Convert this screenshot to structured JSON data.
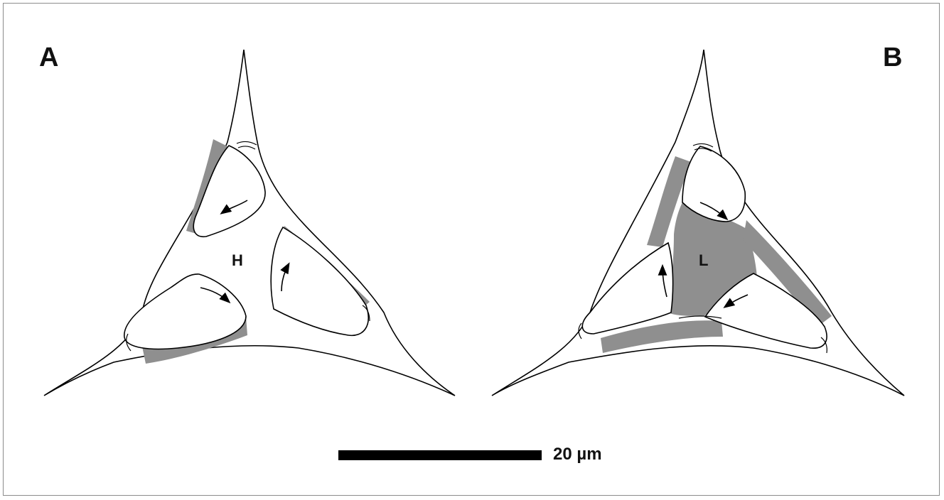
{
  "panels": [
    {
      "letter": "A",
      "region_label": "H"
    },
    {
      "letter": "B",
      "region_label": "L"
    }
  ],
  "scale_bar": {
    "label": "20 µm"
  },
  "colors": {
    "shaded": "#8f8f8f",
    "outline": "#000000",
    "background": "#ffffff"
  }
}
